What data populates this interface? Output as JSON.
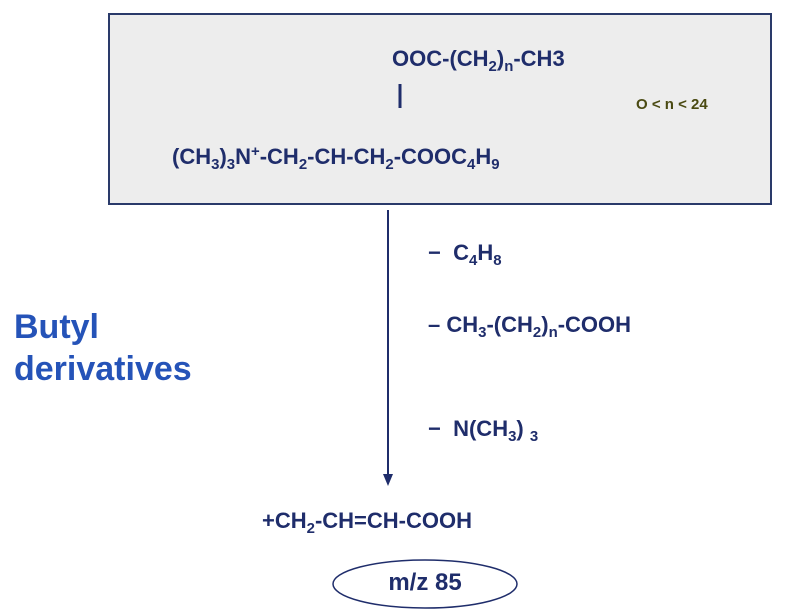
{
  "box": {
    "ester_group": {
      "prefix": "OOC-(CH",
      "sub1": "2",
      "mid": ")",
      "sub_n": "n",
      "suffix": "-CH3"
    },
    "range": "O < n < 24",
    "main": {
      "p1": "(CH",
      "s1": "3",
      "p2": ")",
      "s2": "3",
      "p3": "N",
      "sup1": "+",
      "p4": "-CH",
      "s3": "2",
      "p5": "-CH-CH",
      "s4": "2",
      "p6": "-COOC",
      "s5": "4",
      "p7": "H",
      "s6": "9"
    }
  },
  "losses": [
    {
      "dash": "−",
      "p1": "C",
      "s1": "4",
      "p2": "H",
      "s2": "8"
    },
    {
      "dash": "–",
      "p1": "CH",
      "s1": "3",
      "p2": "-(CH",
      "s2": "2",
      "p3": ")",
      "s3": "n",
      "p4": "-COOH"
    },
    {
      "dash": "−",
      "p1": "N(CH",
      "s1": "3",
      "p2": ") ",
      "s2": "3"
    }
  ],
  "side_label": {
    "line1": "Butyl",
    "line2": "derivatives"
  },
  "product": {
    "p1": "+CH",
    "s1": "2",
    "p2": "-CH=CH-COOH"
  },
  "mz_label": "m/z 85",
  "colors": {
    "navy": "#1f2d6b",
    "blue": "#2553b8",
    "box_fill": "#ededed",
    "range_text": "#4a4a12"
  }
}
